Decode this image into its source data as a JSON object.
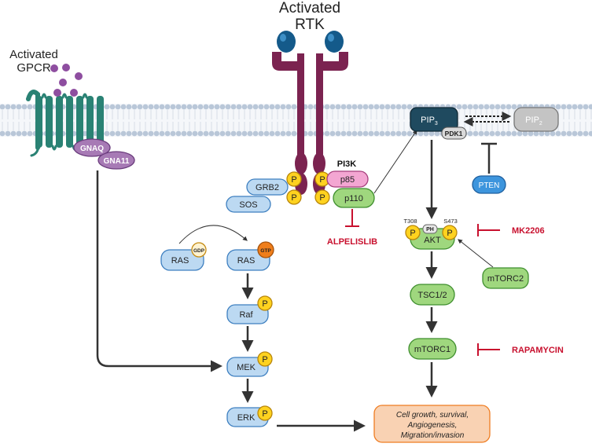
{
  "titles": {
    "rtk_line1": "Activated",
    "rtk_line2": "RTK",
    "gpcr_line1": "Activated",
    "gpcr_line2": "GPCR",
    "pi3k": "PI3K"
  },
  "proteins": {
    "gnaq": "GNAQ",
    "gna11": "GNA11",
    "grb2": "GRB2",
    "sos": "SOS",
    "p85": "p85",
    "p110": "p110",
    "pip3_base": "PIP",
    "pip3_sub": "3",
    "pdk1": "PDK1",
    "pip2_base": "PIP",
    "pip2_sub": "2",
    "pten": "PTEN",
    "ras_gdp": "RAS",
    "ras_gtp": "RAS",
    "raf": "Raf",
    "mek": "MEK",
    "erk": "ERK",
    "akt": "AKT",
    "ph": "PH",
    "t308": "T308",
    "s473": "S473",
    "mtorc2": "mTORC2",
    "tsc": "TSC1/2",
    "mtorc1": "mTORC1"
  },
  "badges": {
    "p": "P",
    "gdp": "GDP",
    "gtp": "GTP"
  },
  "drugs": {
    "alpelisib": "ALPELISLIB",
    "mk2206": "MK2206",
    "rapamycin": "RAPAMYCIN"
  },
  "outcome": {
    "line1": "Cell growth, survival,",
    "line2": "Angiogenesis,",
    "line3": "Migration/invasion"
  },
  "colors": {
    "membrane_dot": "#b9c7d8",
    "membrane_tail": "#dde4ec",
    "blue_fill": "#bcd9f2",
    "blue_stroke": "#3d7fc0",
    "green_fill": "#9fd77e",
    "green_stroke": "#3f8f2e",
    "purple_fill": "#a77ab5",
    "purple_stroke": "#6b3c7d",
    "rtk": "#7b2350",
    "rtk_ligand": "#145a8a",
    "gpcr": "#2a8274",
    "pink_fill": "#f3a6d2",
    "pip3_fill": "#1f4a5f",
    "grey_fill": "#c4c4c4",
    "p_fill": "#ffd21f",
    "gtp_fill": "#ef7e1b",
    "drug_red": "#c8102e",
    "outcome_fill": "#f9d2b3",
    "outcome_stroke": "#ef7d22"
  }
}
